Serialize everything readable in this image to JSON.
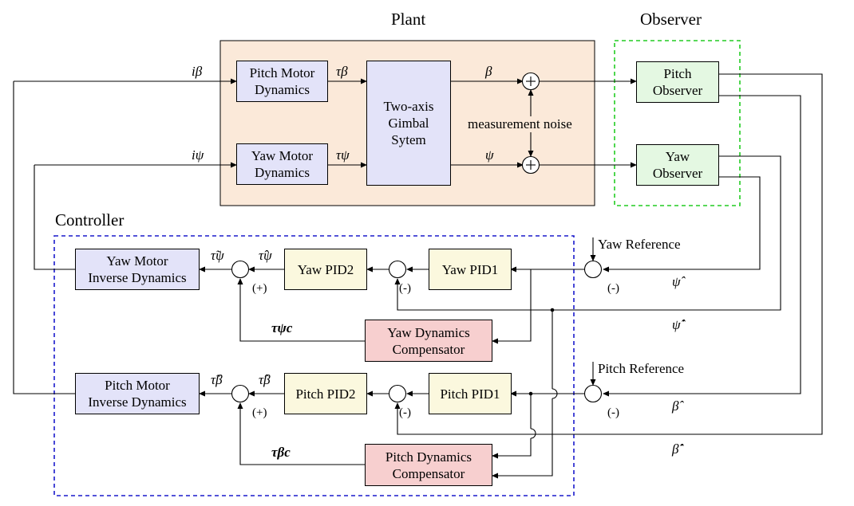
{
  "groups": {
    "plant": "Plant",
    "observer": "Observer",
    "controller": "Controller"
  },
  "blocks": {
    "pitch_motor_dynamics": "Pitch Motor\nDynamics",
    "yaw_motor_dynamics": "Yaw Motor\nDynamics",
    "gimbal": "Two-axis\nGimbal\nSytem",
    "pitch_observer": "Pitch\nObserver",
    "yaw_observer": "Yaw\nObserver",
    "yaw_inverse": "Yaw Motor\nInverse Dynamics",
    "pitch_inverse": "Pitch Motor\nInverse Dynamics",
    "yaw_pid2": "Yaw PID2",
    "yaw_pid1": "Yaw PID1",
    "pitch_pid2": "Pitch PID2",
    "pitch_pid1": "Pitch PID1",
    "yaw_comp": "Yaw Dynamics\nCompensator",
    "pitch_comp": "Pitch Dynamics\nCompensator"
  },
  "labels": {
    "i_beta": "iβ",
    "i_psi": "iψ",
    "tau_beta": "τβ",
    "tau_psi": "τψ",
    "beta": "β",
    "psi": "ψ",
    "measurement_noise": "measurement noise",
    "yaw_reference": "Yaw Reference",
    "pitch_reference": "Pitch Reference",
    "tau_tilde_psi": "τ̃ψ",
    "tau_hat_psi": "τ̂ψ",
    "tau_tilde_beta": "τ̃β",
    "tau_hat_beta": "τ̂β",
    "tau_psi_c": "τψc",
    "tau_beta_c": "τβc",
    "psi_hat": "ψ̂",
    "psi_hat_dot": "ψ̂̇",
    "beta_hat": "β̂",
    "beta_hat_dot": "β̂̇",
    "plus": "(+)",
    "minus": "(-)"
  },
  "colors": {
    "plant_bg": "#fbe9d9",
    "observer_border": "#22cc22",
    "controller_border": "#1a1acc",
    "purple_block": "#e3e3f9",
    "yellow_block": "#fbf8de",
    "green_block": "#e4f8e2",
    "red_block": "#f7cfcf"
  }
}
